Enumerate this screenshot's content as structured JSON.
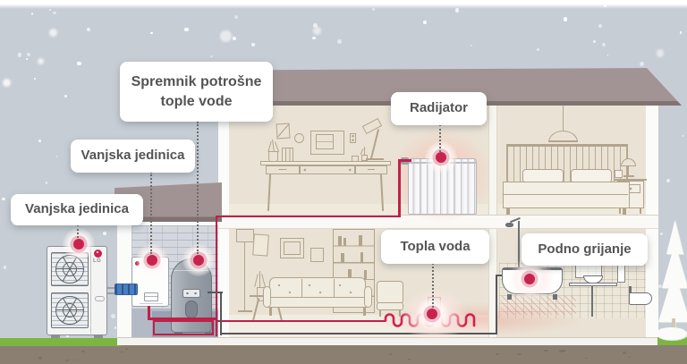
{
  "labels": {
    "tank_label": {
      "line1": "Spremnik potrošne",
      "line2": "tople vode"
    },
    "unit_label_upper": {
      "text": "Vanjska jedinica"
    },
    "unit_label_lower": {
      "text": "Vanjska jedinica"
    },
    "radiator_label": {
      "text": "Radijator"
    },
    "hot_water_label": {
      "text": "Topla voda"
    },
    "floor_heating_label": {
      "text": "Podno grijanje"
    }
  },
  "branding": {
    "logo_text": "LG"
  },
  "colors": {
    "accent_red": "#c8234e",
    "pipe_red": "#be2148",
    "pipe_gray": "#55575b",
    "pipe_blue": "#4a7ec2",
    "roof": "#a29494",
    "sky": "#c7cdd5",
    "wall_cream": "#eae3d5",
    "grass_green": "#7cb542",
    "ground_brown": "#8b7f72"
  }
}
